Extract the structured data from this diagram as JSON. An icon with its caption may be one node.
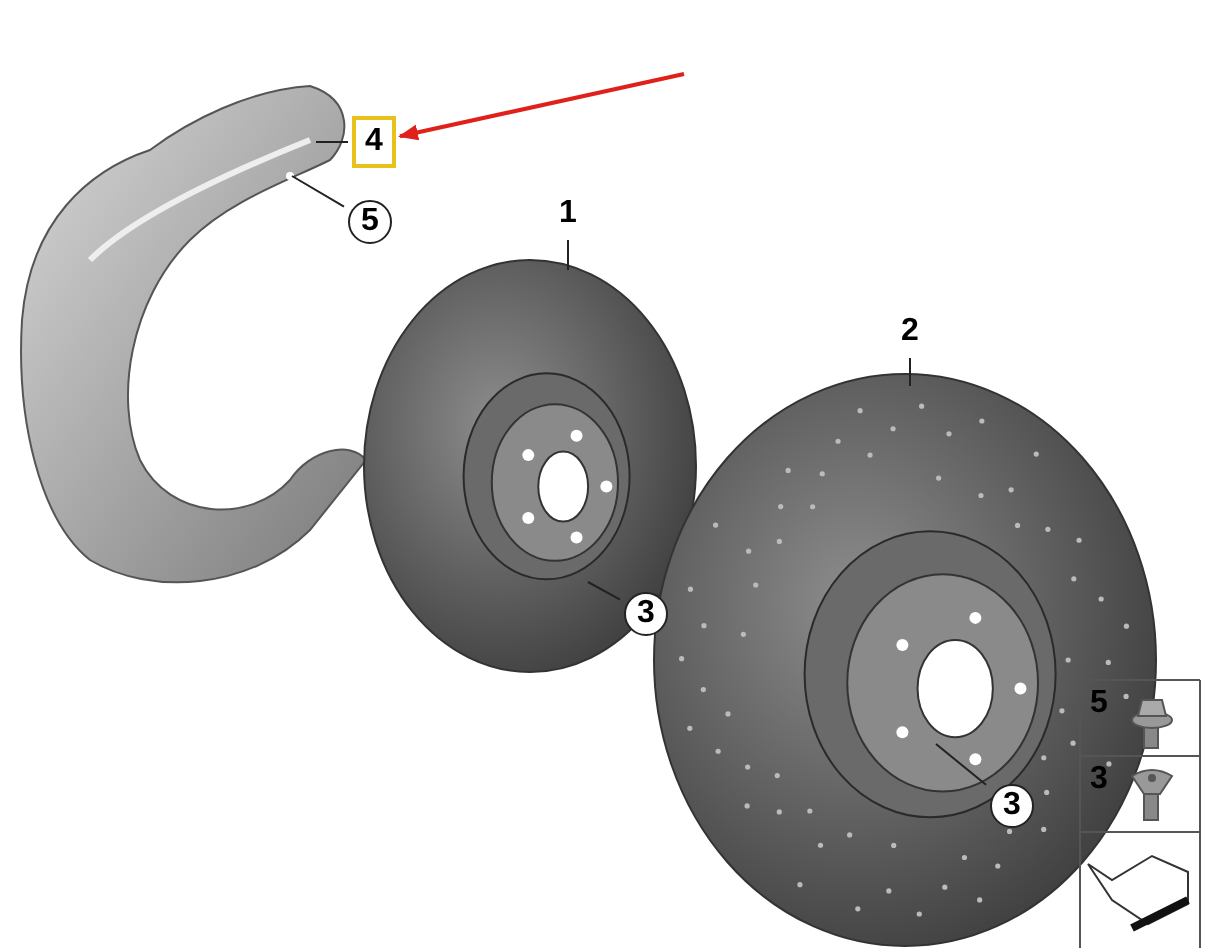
{
  "diagram": {
    "nodes": [
      {
        "text": [
          "4"
        ]
      },
      {
        "text": [],
        "shape": "picture"
      },
      {
        "text": [
          "5"
        ]
      },
      {
        "text": [
          "1"
        ]
      },
      {
        "text": [],
        "shape": "picture"
      },
      {
        "text": [
          "2"
        ]
      },
      {
        "text": [],
        "shape": "picture"
      },
      {
        "text": [
          "3"
        ]
      },
      {
        "text": [
          "3"
        ],
        "in": 6
      }
    ],
    "edges": [
      {
        "from": null,
        "to": 0,
        "arrow": "to",
        "color": "#e0201b"
      },
      {
        "from": 0,
        "to": 1,
        "arrow": "none"
      },
      {
        "from": 2,
        "to": 1,
        "arrow": "none"
      },
      {
        "from": 3,
        "to": 4,
        "arrow": "none"
      },
      {
        "from": 5,
        "to": 6,
        "arrow": "none"
      },
      {
        "from": 7,
        "to": 4,
        "arrow": "none"
      },
      {
        "from": 8,
        "to": 6,
        "arrow": "none"
      }
    ],
    "labels": [
      "5",
      "3"
    ]
  }
}
